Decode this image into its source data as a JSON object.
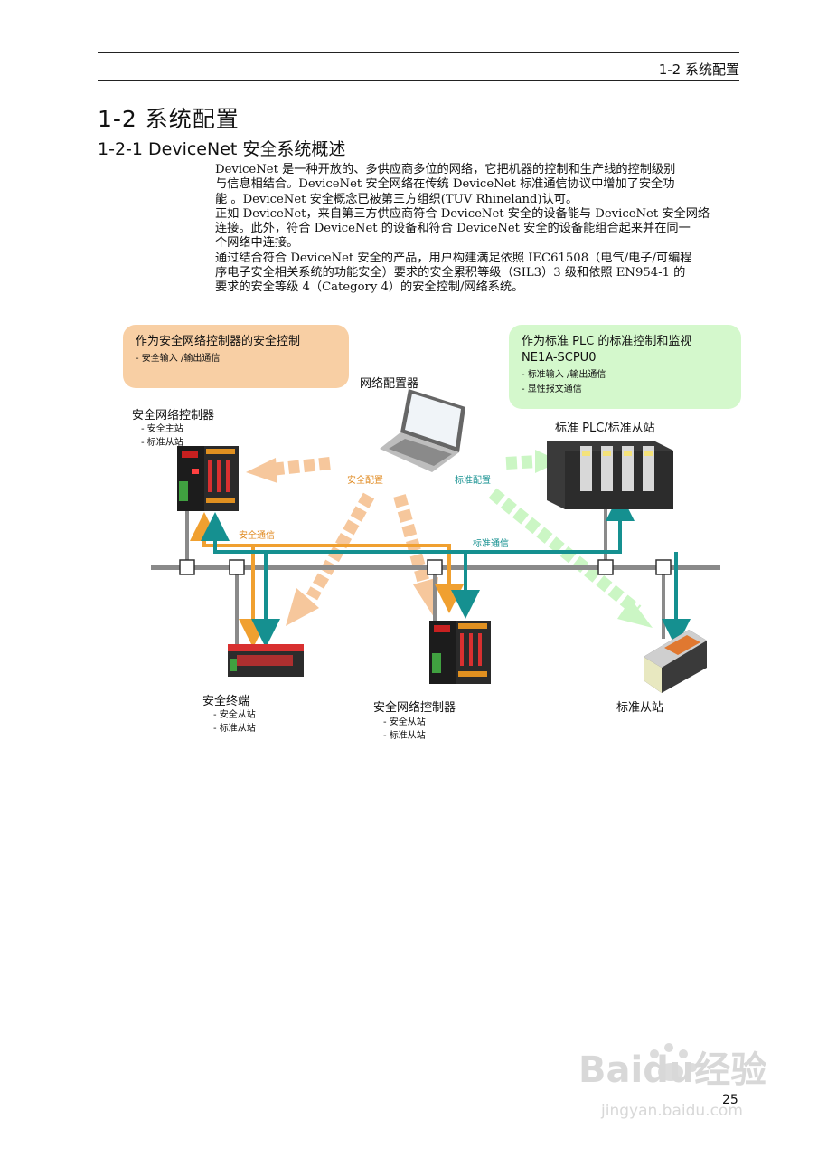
{
  "header": {
    "running_title": "1-2  系统配置"
  },
  "section": {
    "title": "1-2  系统配置",
    "subtitle": "1-2-1  DeviceNet 安全系统概述"
  },
  "body": {
    "lines": [
      "DeviceNet 是一种开放的、多供应商多位的网络，它把机器的控制和生产线的控制级别",
      "与信息相结合。DeviceNet 安全网络在传统 DeviceNet 标准通信协议中增加了安全功",
      "能 。DeviceNet 安全概念已被第三方组织(TUV Rhineland)认可。",
      "正如 DeviceNet，来自第三方供应商符合 DeviceNet 安全的设备能与 DeviceNet 安全网络",
      "连接。此外，符合 DeviceNet 的设备和符合 DeviceNet 安全的设备能组合起来并在同一",
      "个网络中连接。",
      "通过结合符合 DeviceNet 安全的产品，用户构建满足依照 IEC61508（电气/电子/可编程",
      "序电子安全相关系统的功能安全）要求的安全累积等级（SIL3）3 级和依照 EN954-1 的",
      "要求的安全等级 4（Category 4）的安全控制/网络系统。"
    ]
  },
  "diagram": {
    "callout_safety": {
      "title": "作为安全网络控制器的安全控制",
      "item": "-  安全输入 /输出通信"
    },
    "callout_standard": {
      "title": "作为标准 PLC 的标准控制和监视",
      "title2": "NE1A-SCPU0",
      "item1": "-  标准输入 /输出通信",
      "item2": "-  显性报文通信"
    },
    "configurator": "网络配置器",
    "controller_top": {
      "label": "安全网络控制器",
      "sub1": "-  安全主站",
      "sub2": "-  标准从站"
    },
    "plc": {
      "label": "标准 PLC/标准从站"
    },
    "flow_safety_config": "安全配置",
    "flow_standard_config": "标准配置",
    "flow_safety_comm": "安全通信",
    "flow_standard_comm": "标准通信",
    "terminal": {
      "label": "安全终端",
      "sub1": "-  安全从站",
      "sub2": "-  标准从站"
    },
    "controller_bottom": {
      "label": "安全网络控制器",
      "sub1": "-  安全从站",
      "sub2": "-  标准从站"
    },
    "std_slave": {
      "label": "标准从站"
    },
    "colors": {
      "safety": "#f0a030",
      "standard": "#159090",
      "bus": "#8a8a8a",
      "safety_fill": "#f8cfa4",
      "standard_fill": "#d4f8cc"
    }
  },
  "footer": {
    "page_number": "25",
    "watermark": "Baidu经验",
    "watermark_url": "jingyan.baidu.com"
  }
}
